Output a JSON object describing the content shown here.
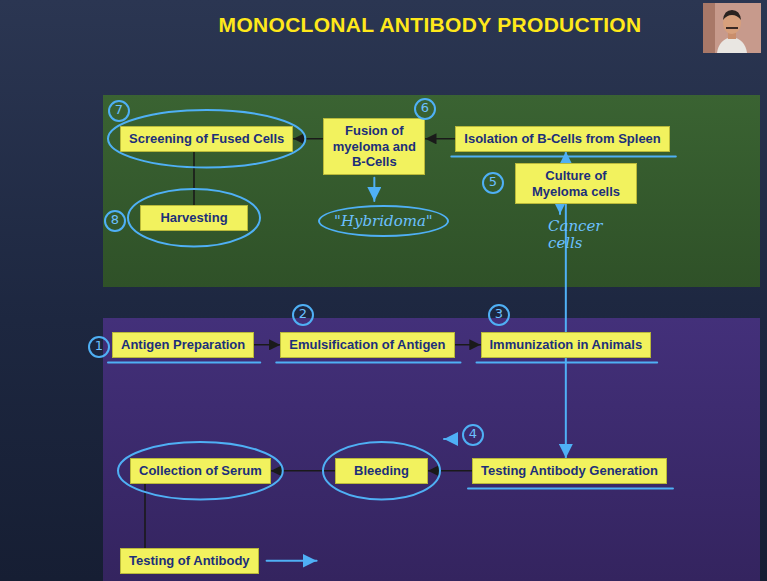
{
  "diagram": {
    "title": "MONOCLONAL ANTIBODY PRODUCTION",
    "nodes": [
      {
        "text": [
          "Screening of Fused Cells"
        ]
      },
      {
        "text": [
          "Fusion of myeloma and B-Cells"
        ]
      },
      {
        "text": [
          "Isolation of B-Cells from Spleen"
        ]
      },
      {
        "text": [
          "Culture of Myeloma cells"
        ]
      },
      {
        "text": [
          "Harvesting"
        ]
      },
      {
        "text": [
          "Antigen Preparation"
        ]
      },
      {
        "text": [
          "Emulsification of Antigen"
        ]
      },
      {
        "text": [
          "Immunization in Animals"
        ]
      },
      {
        "text": [
          "Collection of Serum"
        ]
      },
      {
        "text": [
          "Bleeding"
        ]
      },
      {
        "text": [
          "Testing Antibody Generation"
        ]
      },
      {
        "text": [
          "Testing of Antibody"
        ]
      }
    ],
    "edges": [
      {
        "from": 2,
        "to": 1,
        "arrow": "to"
      },
      {
        "from": 1,
        "to": 0,
        "arrow": "to"
      },
      {
        "from": 0,
        "to": 4,
        "arrow": "none"
      },
      {
        "from": 5,
        "to": 6,
        "arrow": "to"
      },
      {
        "from": 6,
        "to": 7,
        "arrow": "to"
      },
      {
        "from": 10,
        "to": 9,
        "arrow": "to"
      },
      {
        "from": 9,
        "to": 8,
        "arrow": "to"
      },
      {
        "from": 8,
        "to": 11,
        "arrow": "none"
      },
      {
        "from": 7,
        "to": 2,
        "arrow": "to"
      },
      {
        "from": 7,
        "to": 10,
        "arrow": "to"
      }
    ],
    "labels": [
      "1",
      "2",
      "3",
      "4",
      "5",
      "6",
      "7",
      "8",
      "\"Hybridoma\"",
      "Cancer cells"
    ]
  }
}
